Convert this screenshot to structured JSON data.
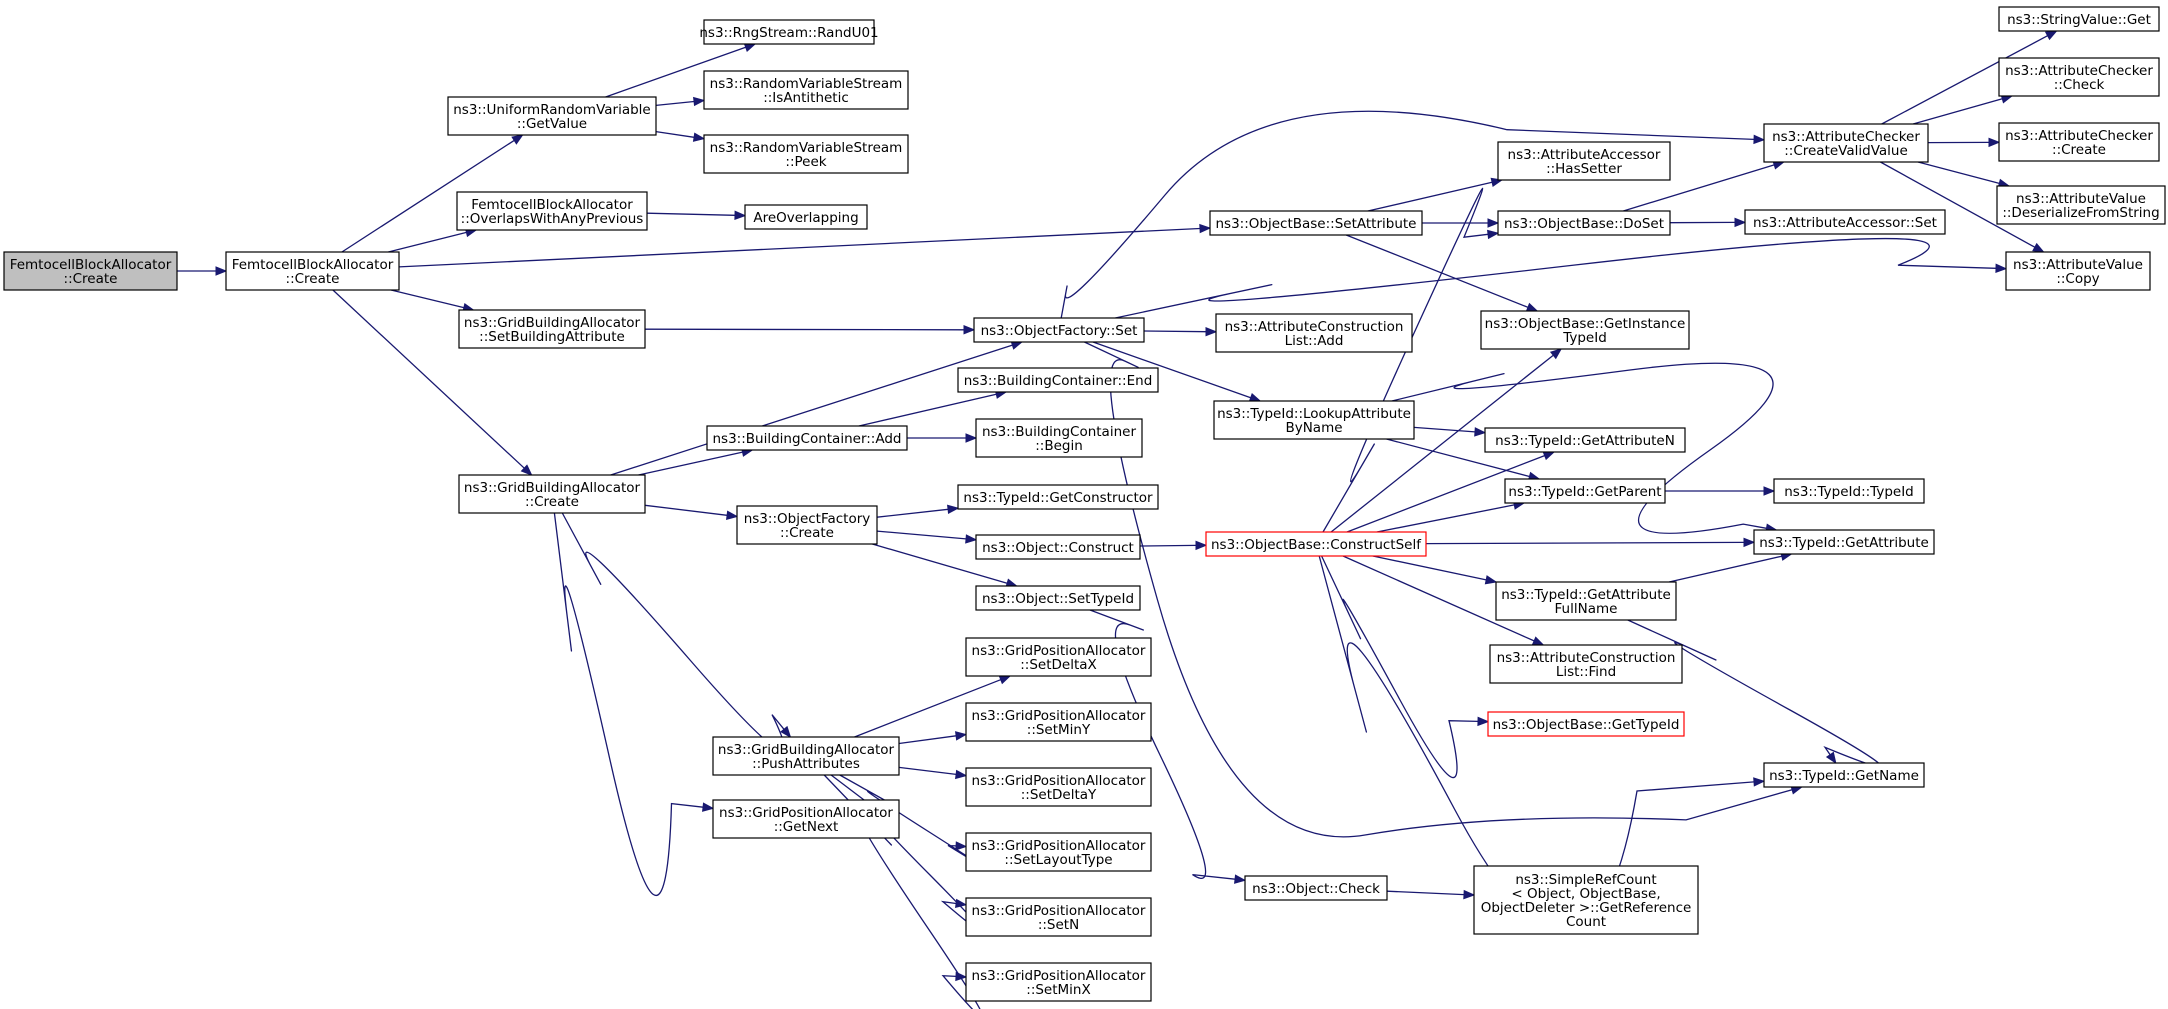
{
  "colors": {
    "edge": "#191970",
    "node_border": "#000000",
    "root_fill": "#bfbfbf",
    "truncated_border": "#ff0000"
  },
  "nodes": [
    {
      "id": "root",
      "lines": [
        "FemtocellBlockAllocator",
        "::Create"
      ],
      "style": "root"
    },
    {
      "id": "fba_create",
      "lines": [
        "FemtocellBlockAllocator",
        "::Create"
      ]
    },
    {
      "id": "urv_getvalue",
      "lines": [
        "ns3::UniformRandomVariable",
        "::GetValue"
      ]
    },
    {
      "id": "fba_overlaps",
      "lines": [
        "FemtocellBlockAllocator",
        "::OverlapsWithAnyPrevious"
      ]
    },
    {
      "id": "gba_setbuildingattr",
      "lines": [
        "ns3::GridBuildingAllocator",
        "::SetBuildingAttribute"
      ]
    },
    {
      "id": "gba_create",
      "lines": [
        "ns3::GridBuildingAllocator",
        "::Create"
      ]
    },
    {
      "id": "rng_randu01",
      "lines": [
        "ns3::RngStream::RandU01"
      ]
    },
    {
      "id": "rvs_isantithetic",
      "lines": [
        "ns3::RandomVariableStream",
        "::IsAntithetic"
      ]
    },
    {
      "id": "rvs_peek",
      "lines": [
        "ns3::RandomVariableStream",
        "::Peek"
      ]
    },
    {
      "id": "are_overlapping",
      "lines": [
        "AreOverlapping"
      ]
    },
    {
      "id": "of_set",
      "lines": [
        "ns3::ObjectFactory::Set"
      ]
    },
    {
      "id": "bc_end",
      "lines": [
        "ns3::BuildingContainer::End"
      ]
    },
    {
      "id": "bc_add",
      "lines": [
        "ns3::BuildingContainer::Add"
      ]
    },
    {
      "id": "bc_begin",
      "lines": [
        "ns3::BuildingContainer",
        "::Begin"
      ]
    },
    {
      "id": "of_create",
      "lines": [
        "ns3::ObjectFactory",
        "::Create"
      ]
    },
    {
      "id": "tid_getconstructor",
      "lines": [
        "ns3::TypeId::GetConstructor"
      ]
    },
    {
      "id": "obj_construct",
      "lines": [
        "ns3::Object::Construct"
      ]
    },
    {
      "id": "obj_settypeid",
      "lines": [
        "ns3::Object::SetTypeId"
      ]
    },
    {
      "id": "gpa_setdeltax",
      "lines": [
        "ns3::GridPositionAllocator",
        "::SetDeltaX"
      ]
    },
    {
      "id": "gpa_setminy",
      "lines": [
        "ns3::GridPositionAllocator",
        "::SetMinY"
      ]
    },
    {
      "id": "gba_pushattributes",
      "lines": [
        "ns3::GridBuildingAllocator",
        "::PushAttributes"
      ]
    },
    {
      "id": "gpa_getnext",
      "lines": [
        "ns3::GridPositionAllocator",
        "::GetNext"
      ]
    },
    {
      "id": "gpa_setdeltay",
      "lines": [
        "ns3::GridPositionAllocator",
        "::SetDeltaY"
      ]
    },
    {
      "id": "gpa_setlayouttype",
      "lines": [
        "ns3::GridPositionAllocator",
        "::SetLayoutType"
      ]
    },
    {
      "id": "gpa_setn",
      "lines": [
        "ns3::GridPositionAllocator",
        "::SetN"
      ]
    },
    {
      "id": "gpa_setminx",
      "lines": [
        "ns3::GridPositionAllocator",
        "::SetMinX"
      ]
    },
    {
      "id": "ob_setattribute",
      "lines": [
        "ns3::ObjectBase::SetAttribute"
      ]
    },
    {
      "id": "acl_add",
      "lines": [
        "ns3::AttributeConstruction",
        "List::Add"
      ]
    },
    {
      "id": "tid_lookupattr",
      "lines": [
        "ns3::TypeId::LookupAttribute",
        "ByName"
      ]
    },
    {
      "id": "ob_constructself",
      "lines": [
        "ns3::ObjectBase::ConstructSelf"
      ],
      "style": "trunc"
    },
    {
      "id": "obj_check",
      "lines": [
        "ns3::Object::Check"
      ]
    },
    {
      "id": "aa_hassetter",
      "lines": [
        "ns3::AttributeAccessor",
        "::HasSetter"
      ]
    },
    {
      "id": "ob_doset",
      "lines": [
        "ns3::ObjectBase::DoSet"
      ]
    },
    {
      "id": "ob_getinstancetypeid",
      "lines": [
        "ns3::ObjectBase::GetInstance",
        "TypeId"
      ]
    },
    {
      "id": "tid_getattributen",
      "lines": [
        "ns3::TypeId::GetAttributeN"
      ]
    },
    {
      "id": "tid_getparent",
      "lines": [
        "ns3::TypeId::GetParent"
      ]
    },
    {
      "id": "tid_getattrfullname",
      "lines": [
        "ns3::TypeId::GetAttribute",
        "FullName"
      ]
    },
    {
      "id": "acl_find",
      "lines": [
        "ns3::AttributeConstruction",
        "List::Find"
      ]
    },
    {
      "id": "ob_gettypeid",
      "lines": [
        "ns3::ObjectBase::GetTypeId"
      ],
      "style": "trunc"
    },
    {
      "id": "src_getreferencecount",
      "lines": [
        "ns3::SimpleRefCount",
        "< Object, ObjectBase,",
        "ObjectDeleter >::GetReference",
        "Count"
      ]
    },
    {
      "id": "ac_createvalidvalue",
      "lines": [
        "ns3::AttributeChecker",
        "::CreateValidValue"
      ]
    },
    {
      "id": "aa_set",
      "lines": [
        "ns3::AttributeAccessor::Set"
      ]
    },
    {
      "id": "tid_typeid",
      "lines": [
        "ns3::TypeId::TypeId"
      ]
    },
    {
      "id": "tid_getattribute",
      "lines": [
        "ns3::TypeId::GetAttribute"
      ]
    },
    {
      "id": "tid_getname",
      "lines": [
        "ns3::TypeId::GetName"
      ]
    },
    {
      "id": "sv_get",
      "lines": [
        "ns3::StringValue::Get"
      ]
    },
    {
      "id": "ac_check",
      "lines": [
        "ns3::AttributeChecker",
        "::Check"
      ]
    },
    {
      "id": "ac_create",
      "lines": [
        "ns3::AttributeChecker",
        "::Create"
      ]
    },
    {
      "id": "av_deserialize",
      "lines": [
        "ns3::AttributeValue",
        "::DeserializeFromString"
      ]
    },
    {
      "id": "av_copy",
      "lines": [
        "ns3::AttributeValue",
        "::Copy"
      ]
    }
  ],
  "edges": [
    {
      "from": "root",
      "to": "fba_create"
    },
    {
      "from": "fba_create",
      "to": "urv_getvalue"
    },
    {
      "from": "fba_create",
      "to": "fba_overlaps"
    },
    {
      "from": "fba_create",
      "to": "gba_setbuildingattr"
    },
    {
      "from": "fba_create",
      "to": "gba_create"
    },
    {
      "from": "fba_create",
      "to": "ob_setattribute"
    },
    {
      "from": "urv_getvalue",
      "to": "rng_randu01"
    },
    {
      "from": "urv_getvalue",
      "to": "rvs_isantithetic"
    },
    {
      "from": "urv_getvalue",
      "to": "rvs_peek"
    },
    {
      "from": "fba_overlaps",
      "to": "are_overlapping"
    },
    {
      "from": "gba_setbuildingattr",
      "to": "of_set"
    },
    {
      "from": "gba_create",
      "to": "of_set"
    },
    {
      "from": "gba_create",
      "to": "bc_add"
    },
    {
      "from": "gba_create",
      "to": "of_create"
    },
    {
      "from": "gba_create",
      "to": "gba_pushattributes"
    },
    {
      "from": "gba_create",
      "to": "gpa_getnext"
    },
    {
      "from": "bc_add",
      "to": "bc_end"
    },
    {
      "from": "bc_add",
      "to": "bc_begin"
    },
    {
      "from": "of_create",
      "to": "tid_getconstructor"
    },
    {
      "from": "of_create",
      "to": "obj_construct"
    },
    {
      "from": "of_create",
      "to": "obj_settypeid"
    },
    {
      "from": "obj_construct",
      "to": "ob_constructself"
    },
    {
      "from": "obj_settypeid",
      "to": "obj_check"
    },
    {
      "from": "obj_check",
      "to": "src_getreferencecount"
    },
    {
      "from": "gba_pushattributes",
      "to": "gpa_setdeltax"
    },
    {
      "from": "gba_pushattributes",
      "to": "gpa_setminy"
    },
    {
      "from": "gba_pushattributes",
      "to": "gpa_setdeltay"
    },
    {
      "from": "gba_pushattributes",
      "to": "gpa_setlayouttype"
    },
    {
      "from": "gba_pushattributes",
      "to": "gpa_setn"
    },
    {
      "from": "gba_pushattributes",
      "to": "gpa_setminx"
    },
    {
      "from": "of_set",
      "to": "ac_createvalidvalue"
    },
    {
      "from": "of_set",
      "to": "acl_add"
    },
    {
      "from": "of_set",
      "to": "tid_lookupattr"
    },
    {
      "from": "of_set",
      "to": "av_copy"
    },
    {
      "from": "of_set",
      "to": "tid_getname"
    },
    {
      "from": "ob_setattribute",
      "to": "aa_hassetter"
    },
    {
      "from": "ob_setattribute",
      "to": "ob_doset"
    },
    {
      "from": "ob_setattribute",
      "to": "ob_getinstancetypeid"
    },
    {
      "from": "ob_doset",
      "to": "ac_createvalidvalue"
    },
    {
      "from": "ob_doset",
      "to": "aa_set"
    },
    {
      "from": "tid_lookupattr",
      "to": "tid_getattributen"
    },
    {
      "from": "tid_lookupattr",
      "to": "tid_getparent"
    },
    {
      "from": "tid_lookupattr",
      "to": "tid_getattribute"
    },
    {
      "from": "ob_constructself",
      "to": "ob_doset"
    },
    {
      "from": "ob_constructself",
      "to": "ob_getinstancetypeid"
    },
    {
      "from": "ob_constructself",
      "to": "tid_getattributen"
    },
    {
      "from": "ob_constructself",
      "to": "tid_getparent"
    },
    {
      "from": "ob_constructself",
      "to": "tid_getattribute"
    },
    {
      "from": "ob_constructself",
      "to": "tid_getattrfullname"
    },
    {
      "from": "ob_constructself",
      "to": "acl_find"
    },
    {
      "from": "ob_constructself",
      "to": "ob_gettypeid"
    },
    {
      "from": "ob_constructself",
      "to": "tid_getname"
    },
    {
      "from": "tid_getparent",
      "to": "tid_typeid"
    },
    {
      "from": "tid_getattrfullname",
      "to": "tid_getattribute"
    },
    {
      "from": "tid_getattrfullname",
      "to": "tid_getname"
    },
    {
      "from": "ac_createvalidvalue",
      "to": "sv_get"
    },
    {
      "from": "ac_createvalidvalue",
      "to": "ac_check"
    },
    {
      "from": "ac_createvalidvalue",
      "to": "ac_create"
    },
    {
      "from": "ac_createvalidvalue",
      "to": "av_deserialize"
    },
    {
      "from": "ac_createvalidvalue",
      "to": "av_copy"
    }
  ]
}
